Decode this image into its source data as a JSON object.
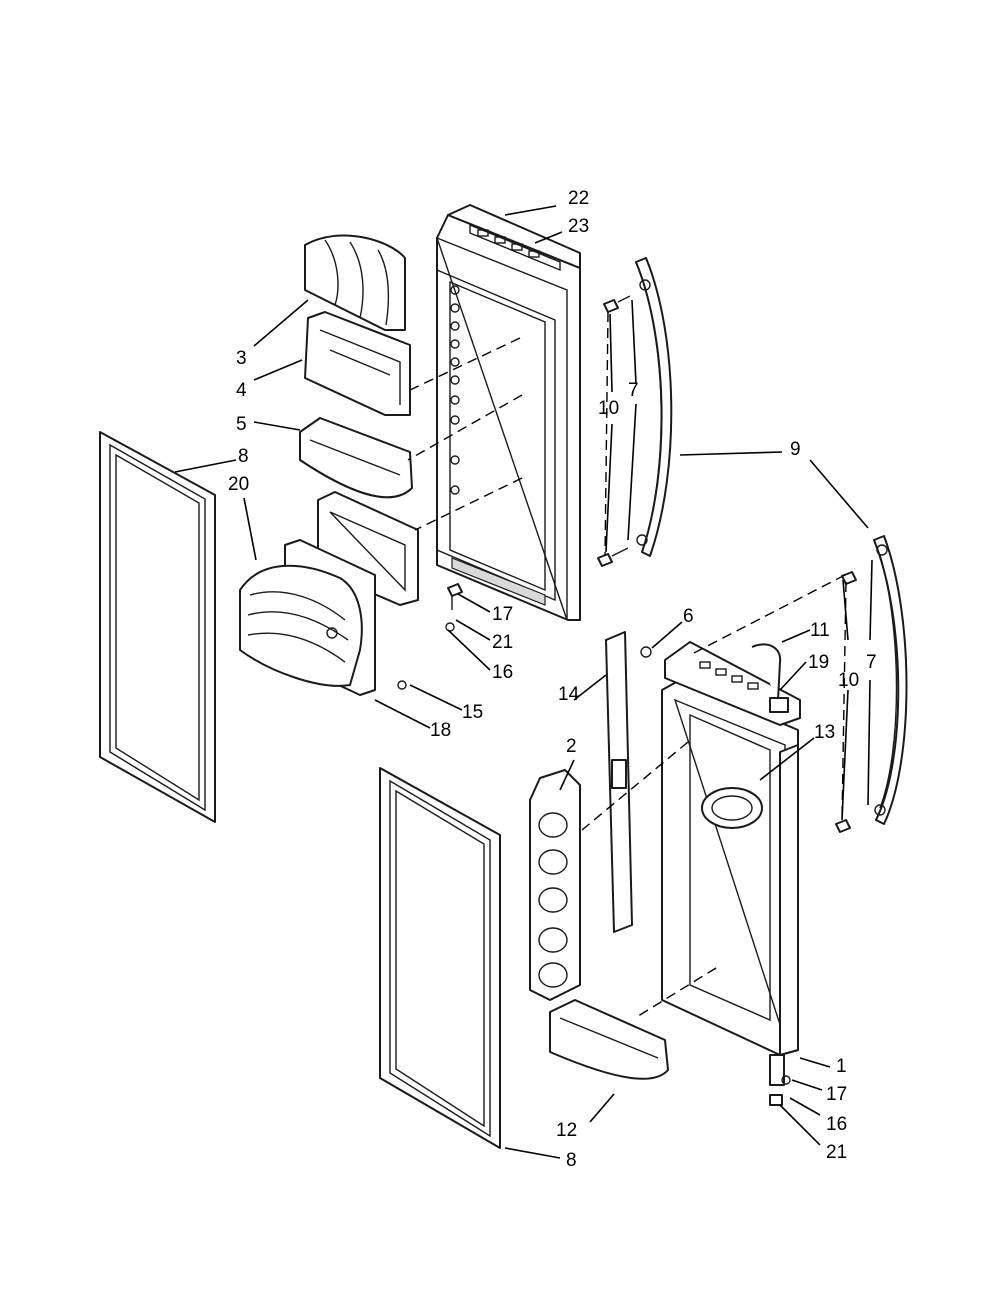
{
  "diagram": {
    "parts": [
      {
        "id": "p1",
        "label": "1"
      },
      {
        "id": "p2",
        "label": "2"
      },
      {
        "id": "p3",
        "label": "3"
      },
      {
        "id": "p4",
        "label": "4"
      },
      {
        "id": "p5",
        "label": "5"
      },
      {
        "id": "p6",
        "label": "6"
      },
      {
        "id": "p7a",
        "label": "7"
      },
      {
        "id": "p7b",
        "label": "7"
      },
      {
        "id": "p8a",
        "label": "8"
      },
      {
        "id": "p8b",
        "label": "8"
      },
      {
        "id": "p9",
        "label": "9"
      },
      {
        "id": "p10a",
        "label": "10"
      },
      {
        "id": "p10b",
        "label": "10"
      },
      {
        "id": "p11",
        "label": "11"
      },
      {
        "id": "p12",
        "label": "12"
      },
      {
        "id": "p13",
        "label": "13"
      },
      {
        "id": "p14",
        "label": "14"
      },
      {
        "id": "p15",
        "label": "15"
      },
      {
        "id": "p16a",
        "label": "16"
      },
      {
        "id": "p16b",
        "label": "16"
      },
      {
        "id": "p17a",
        "label": "17"
      },
      {
        "id": "p17b",
        "label": "17"
      },
      {
        "id": "p18",
        "label": "18"
      },
      {
        "id": "p19",
        "label": "19"
      },
      {
        "id": "p20",
        "label": "20"
      },
      {
        "id": "p21a",
        "label": "21"
      },
      {
        "id": "p21b",
        "label": "21"
      },
      {
        "id": "p22",
        "label": "22"
      },
      {
        "id": "p23",
        "label": "23"
      }
    ]
  }
}
